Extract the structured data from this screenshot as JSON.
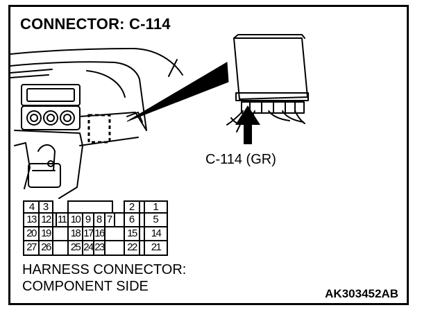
{
  "title": "CONNECTOR: C-114",
  "callout_label": "C-114 (GR)",
  "caption": {
    "line1": "HARNESS CONNECTOR:",
    "line2": "COMPONENT SIDE"
  },
  "figure_code": "AK303452AB",
  "pins": {
    "p4": "4",
    "p3": "3",
    "p2": "2",
    "p1": "1",
    "p13": "13",
    "p12": "12",
    "p11": "11",
    "p10": "10",
    "p9": "9",
    "p8": "8",
    "p7": "7",
    "p6": "6",
    "p5": "5",
    "p20": "20",
    "p19": "19",
    "p18": "18",
    "p17": "17",
    "p16": "16",
    "p15": "15",
    "p14": "14",
    "p27": "27",
    "p26": "26",
    "p25": "25",
    "p24": "24",
    "p23": "23",
    "p22": "22",
    "p21": "21"
  }
}
